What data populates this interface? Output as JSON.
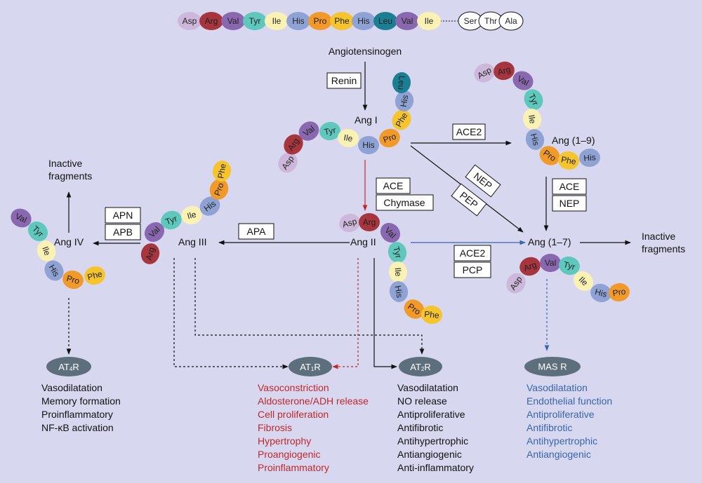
{
  "colors": {
    "background": "#d7d8ef",
    "receptor_fill": "#5d6f7d",
    "red": "#c0272d",
    "blue": "#3a65a8",
    "black": "#111111"
  },
  "residue_colors": {
    "Asp": "#cdb8dc",
    "Arg": "#a6353e",
    "Val": "#8a68b0",
    "Tyr": "#5ec8bd",
    "Ile": "#faf2b4",
    "His": "#8fa2d4",
    "Pro": "#f29a29",
    "Phe": "#f6c42d",
    "Leu": "#1b7f93",
    "Ser": "#ffffff",
    "Thr": "#ffffff",
    "Ala": "#ffffff"
  },
  "chains": {
    "angiotensinogen": [
      "Asp",
      "Arg",
      "Val",
      "Tyr",
      "Ile",
      "His",
      "Pro",
      "Phe",
      "His",
      "Leu",
      "Val",
      "Ile"
    ],
    "angiotensinogen_tail": [
      "Ser",
      "Thr",
      "Ala"
    ],
    "ang1": [
      "Asp",
      "Arg",
      "Val",
      "Tyr",
      "Ile",
      "His",
      "Pro",
      "Phe",
      "His",
      "Leu"
    ],
    "ang1_9": [
      "Asp",
      "Arg",
      "Val",
      "Tyr",
      "Ile",
      "His",
      "Pro",
      "Phe",
      "His"
    ],
    "ang2": [
      "Asp",
      "Arg",
      "Val",
      "Tyr",
      "Ile",
      "His",
      "Pro",
      "Phe"
    ],
    "ang3": [
      "Arg",
      "Val",
      "Tyr",
      "Ile",
      "His",
      "Pro",
      "Phe"
    ],
    "ang4": [
      "Val",
      "Tyr",
      "Ile",
      "His",
      "Pro",
      "Phe"
    ],
    "ang1_7": [
      "Asp",
      "Arg",
      "Val",
      "Tyr",
      "Ile",
      "His",
      "Pro"
    ]
  },
  "labels": {
    "angiotensinogen": "Angiotensinogen",
    "ang1": "Ang I",
    "ang1_9": "Ang (1–9)",
    "ang2": "Ang II",
    "ang3": "Ang III",
    "ang4": "Ang IV",
    "ang1_7": "Ang (1–7)",
    "inactive_left_1": "Inactive",
    "inactive_left_2": "fragments",
    "inactive_right_1": "Inactive",
    "inactive_right_2": "fragments"
  },
  "enzymes": {
    "renin": "Renin",
    "ace2_top": "ACE2",
    "ace": "ACE",
    "chymase": "Chymase",
    "nep_diag": "NEP",
    "pep_diag": "PEP",
    "ace_right": "ACE",
    "nep_right": "NEP",
    "apa": "APA",
    "apn": "APN",
    "apb": "APB",
    "ace2_mid": "ACE2",
    "pcp": "PCP"
  },
  "receptors": {
    "at4": {
      "base": "AT",
      "sub": "4",
      "tail": "R"
    },
    "at1": {
      "base": "AT",
      "sub": "1",
      "tail": "R"
    },
    "at2": {
      "base": "AT",
      "sub": "2",
      "tail": "R"
    },
    "mas": {
      "base": "MAS R"
    }
  },
  "effects": {
    "at4": [
      "Vasodilatation",
      "Memory formation",
      "Proinflammatory",
      "NF-κB activation"
    ],
    "at1": [
      "Vasoconstriction",
      "Aldosterone/ADH release",
      "Cell proliferation",
      "Fibrosis",
      "Hypertrophy",
      "Proangiogenic",
      "Proinflammatory"
    ],
    "at2": [
      "Vasodilatation",
      "NO release",
      "Antiproliferative",
      "Antifibrotic",
      "Antihypertrophic",
      "Antiangiogenic",
      "Anti-inflammatory"
    ],
    "mas": [
      "Vasodilatation",
      "Endothelial function",
      "Antiproliferative",
      "Antifibrotic",
      "Antihypertrophic",
      "Antiangiogenic"
    ]
  }
}
